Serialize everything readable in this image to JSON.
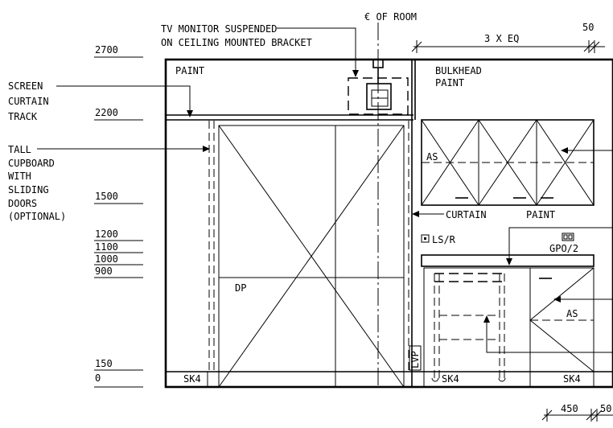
{
  "levels": [
    "2700",
    "2200",
    "1500",
    "1200",
    "1100",
    "1000",
    "900",
    "150",
    "0"
  ],
  "labels": {
    "tv_line1": "TV MONITOR SUSPENDED",
    "tv_line2": "ON CEILING MOUNTED BRACKET",
    "centre_of_room": "€ OF ROOM",
    "dim_3xeq": "3 X EQ",
    "dim_50_top": "50",
    "dim_450": "450",
    "dim_50_bottom": "50",
    "screen_1": "SCREEN",
    "screen_2": "CURTAIN",
    "screen_3": "TRACK",
    "tall_1": "TALL",
    "tall_2": "CUPBOARD",
    "tall_3": "WITH",
    "tall_4": "SLIDING",
    "tall_5": "DOORS",
    "tall_6": "(OPTIONAL)",
    "paint_left": "PAINT",
    "bulkhead_1": "BULKHEAD",
    "bulkhead_2": "PAINT",
    "as_upper": "AS",
    "curtain": "CURTAIN",
    "paint_right": "PAINT",
    "lsr": "LS/R",
    "gpo": "GPO/2",
    "dp": "DP",
    "as_lower": "AS",
    "lvp": "LVP",
    "sk4_left": "SK4",
    "sk4_mid": "SK4",
    "sk4_right": "SK4"
  }
}
